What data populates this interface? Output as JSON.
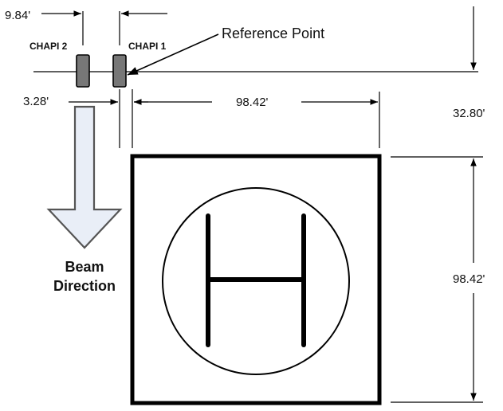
{
  "labels": {
    "chapi2": "CHAPI 2",
    "chapi1": "CHAPI 1",
    "reference_point": "Reference Point",
    "beam_line1": "Beam",
    "beam_line2": "Direction"
  },
  "dimensions": {
    "chapi_spacing": "9.84'",
    "offset_to_pad": "3.28'",
    "pad_width": "98.42'",
    "setback": "32.80'",
    "pad_height": "98.42'"
  },
  "heliport_marking": "H",
  "colors": {
    "line": "#000000",
    "chapi_unit": "#777777",
    "arrow_fill": "#e9eef7",
    "arrow_stroke": "#555555"
  }
}
